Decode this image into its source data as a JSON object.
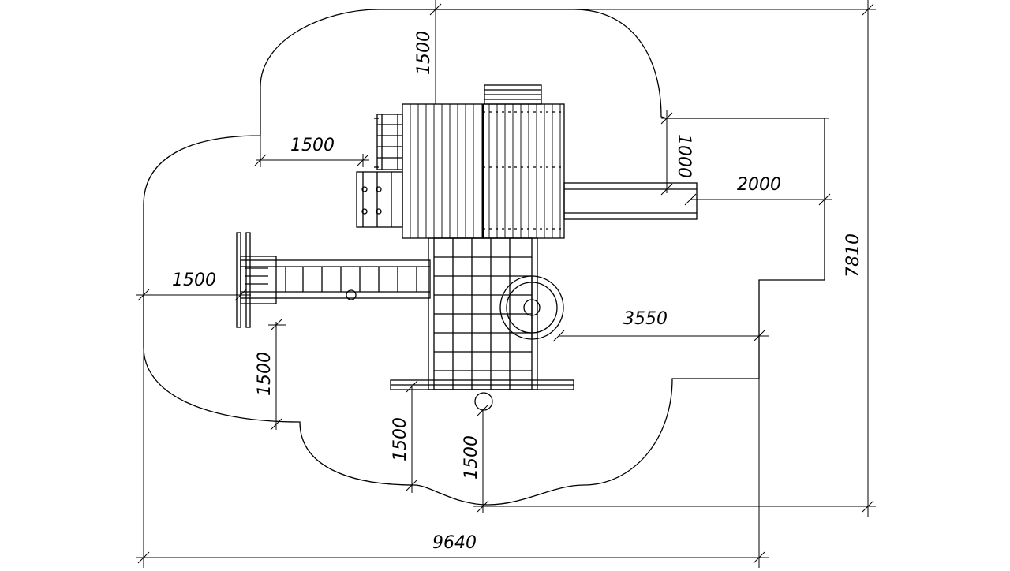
{
  "colors": {
    "line": "#000000",
    "background": "#ffffff"
  },
  "dimensions": {
    "top_offset": "1500",
    "left_upper_offset": "1500",
    "right_slide_offset": "1000",
    "slide_length": "2000",
    "total_depth": "7810",
    "left_offset": "1500",
    "left_lower_offset": "1500",
    "right_offset": "3550",
    "bottom_left_offset": "1500",
    "bottom_offset": "1500",
    "total_width": "9640"
  }
}
